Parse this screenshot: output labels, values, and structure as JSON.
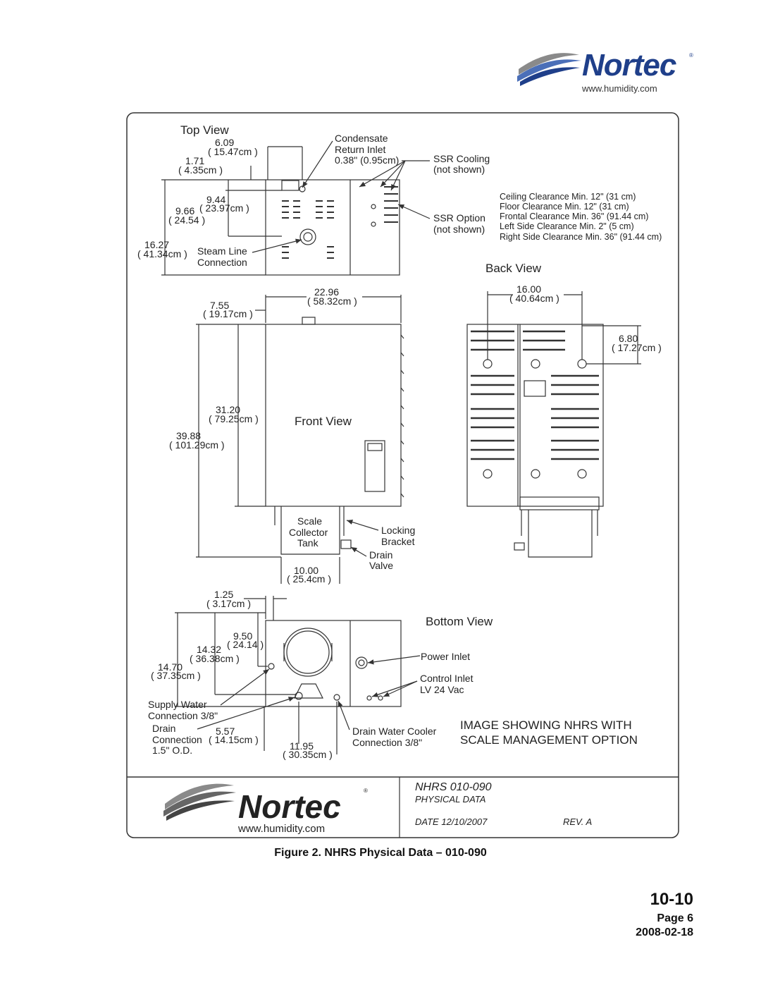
{
  "brand": {
    "name": "Nortec",
    "url": "www.humidity.com",
    "colors": {
      "navy": "#1f3f8a",
      "wave_blue": "#4b6fb8",
      "wave_gray": "#8a8a8a",
      "logo_dark": "#333333"
    }
  },
  "top_view": {
    "title": "Top View",
    "dim_a_in": "6.09",
    "dim_a_cm": "( 15.47cm )",
    "dim_b_in": "1.71",
    "dim_b_cm": "( 4.35cm )",
    "dim_c_in": "9.44",
    "dim_c_cm": "( 23.97cm )",
    "dim_d_in": "9.66",
    "dim_d_cm": "( 24.54 )",
    "dim_e_in": "16.27",
    "dim_e_cm": "( 41.34cm )",
    "condensate_1": "Condensate",
    "condensate_2": "Return Inlet",
    "condensate_3": "0.38\" (0.95cm)",
    "ssr_cooling_1": "SSR Cooling",
    "ssr_cooling_2": "(not shown)",
    "ssr_option_1": "SSR Option",
    "ssr_option_2": "(not shown)",
    "steam_1": "Steam Line",
    "steam_2": "Connection"
  },
  "clearances": [
    "Ceiling  Clearance Min. 12\" (31 cm)",
    "Floor Clearance Min. 12\" (31 cm)",
    "Frontal Clearance Min. 36\" (91.44 cm)",
    "Left Side Clearance Min. 2\" (5 cm)",
    "Right Side Clearance Min. 36\" (91.44 cm)"
  ],
  "back_view": {
    "title": "Back View",
    "dim_a_in": "16.00",
    "dim_a_cm": "( 40.64cm )",
    "dim_b_in": "6.80",
    "dim_b_cm": "( 17.27cm )"
  },
  "front_view": {
    "title": "Front View",
    "dim_a_in": "22.96",
    "dim_a_cm": "( 58.32cm )",
    "dim_b_in": "7.55",
    "dim_b_cm": "( 19.17cm )",
    "dim_c_in": "31.20",
    "dim_c_cm": "( 79.25cm )",
    "dim_d_in": "39.88",
    "dim_d_cm": "( 101.29cm )",
    "dim_e_in": "10.00",
    "dim_e_cm": "( 25.4cm )",
    "scale_1": "Scale",
    "scale_2": "Collector",
    "scale_3": "Tank",
    "locking_1": "Locking",
    "locking_2": "Bracket",
    "drain_1": "Drain",
    "drain_2": "Valve"
  },
  "bottom_view": {
    "title": "Bottom View",
    "dim_a_in": "1.25",
    "dim_a_cm": "( 3.17cm )",
    "dim_b_in": "9.50",
    "dim_b_cm": "( 24.14 )",
    "dim_c_in": "14.32",
    "dim_c_cm": "( 36.38cm )",
    "dim_d_in": "14.70",
    "dim_d_cm": "( 37.35cm )",
    "dim_e_in": "5.57",
    "dim_e_cm": "( 14.15cm )",
    "dim_f_in": "11.95",
    "dim_f_cm": "( 30.35cm )",
    "power_inlet": "Power Inlet",
    "control_1": "Control Inlet",
    "control_2": "LV 24 Vac",
    "supply_1": "Supply Water",
    "supply_2": "Connection 3/8\"",
    "drain_1": "Drain",
    "drain_2": "Connection",
    "drain_3": "1.5\" O.D.",
    "cooler_1": "Drain Water Cooler",
    "cooler_2": "Connection 3/8\""
  },
  "note": {
    "line_1": "IMAGE SHOWING NHRS WITH",
    "line_2": "SCALE MANAGEMENT OPTION"
  },
  "title_block": {
    "model": "NHRS 010-090",
    "subtitle": "PHYSICAL DATA",
    "date": "DATE 12/10/2007",
    "rev": "REV. A"
  },
  "caption": "Figure 2.  NHRS Physical Data – 010-090",
  "footer": {
    "doc": "10-10",
    "page": "Page 6",
    "date": "2008-02-18"
  }
}
